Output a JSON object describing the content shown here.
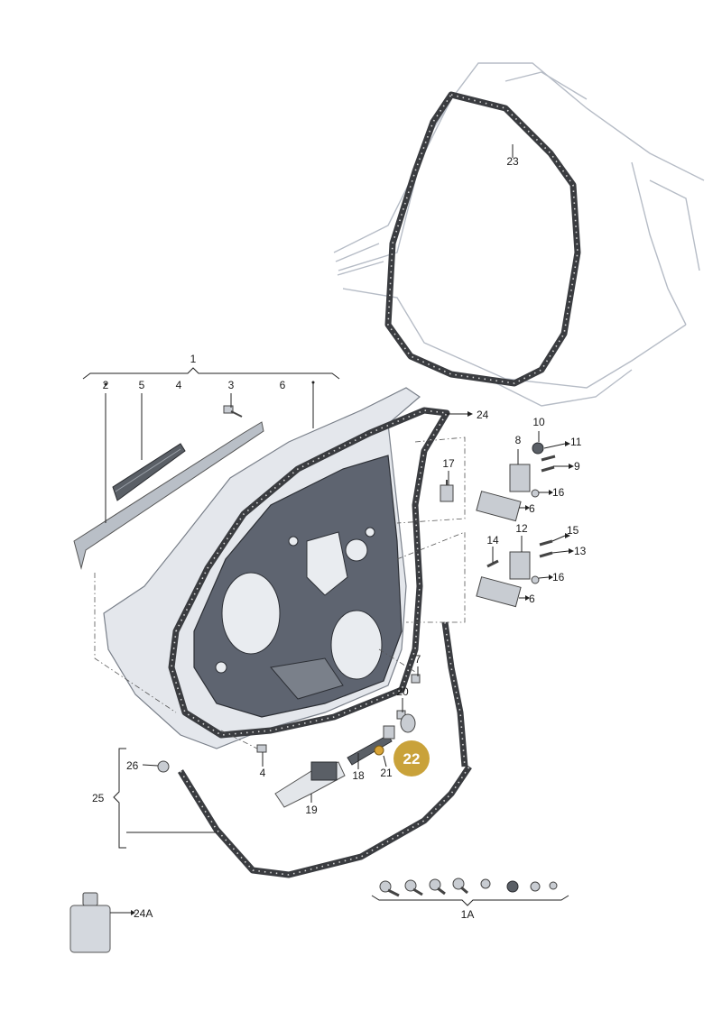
{
  "diagram": {
    "labels": {
      "p1": "1",
      "p2": "2",
      "p3": "3",
      "p4a": "4",
      "p4b": "4",
      "p5": "5",
      "p6a": "6",
      "p6b": "6",
      "p6c": "6",
      "p7": "7",
      "p8": "8",
      "p9": "9",
      "p10": "10",
      "p11": "11",
      "p12": "12",
      "p13": "13",
      "p14": "14",
      "p15": "15",
      "p16a": "16",
      "p16b": "16",
      "p17": "17",
      "p18": "18",
      "p19": "19",
      "p20": "20",
      "p21": "21",
      "p22": "22",
      "p23": "23",
      "p24": "24",
      "p24a": "24A",
      "p25": "25",
      "p26": "26",
      "p1a": "1A"
    },
    "colors": {
      "highlight_badge": "#c9a23a",
      "seal": "#3a3c40",
      "panel": "#5e6470"
    }
  }
}
